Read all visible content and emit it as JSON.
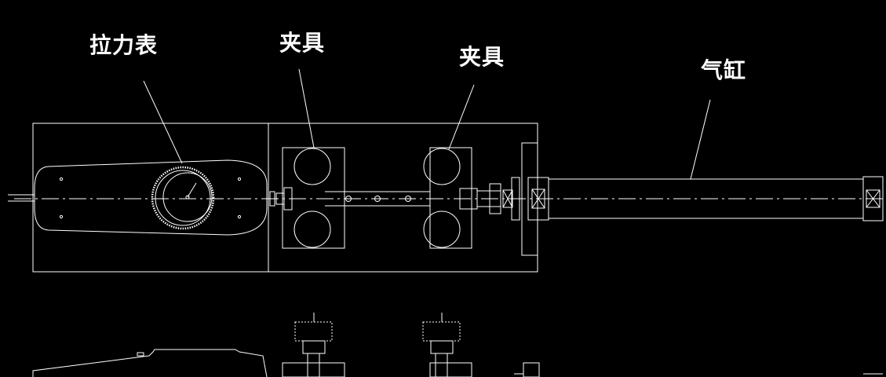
{
  "drawing": {
    "background": "#000000",
    "line_color": "#ffffff",
    "labels": {
      "tension_gauge": "拉力表",
      "clamp_left": "夹具",
      "clamp_right": "夹具",
      "cylinder": "气缸"
    }
  }
}
